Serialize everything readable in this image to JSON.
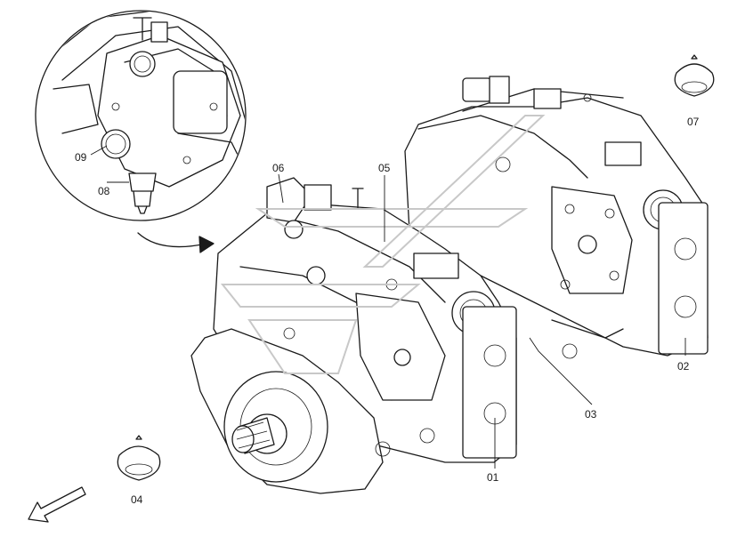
{
  "callouts": {
    "c01": "01",
    "c02": "02",
    "c03": "03",
    "c04": "04",
    "c05": "05",
    "c06": "06",
    "c07": "07",
    "c08": "08",
    "c09": "09"
  },
  "colors": {
    "line": "#1a1a1a",
    "background": "#ffffff",
    "watermark": "#c8c8c8"
  }
}
